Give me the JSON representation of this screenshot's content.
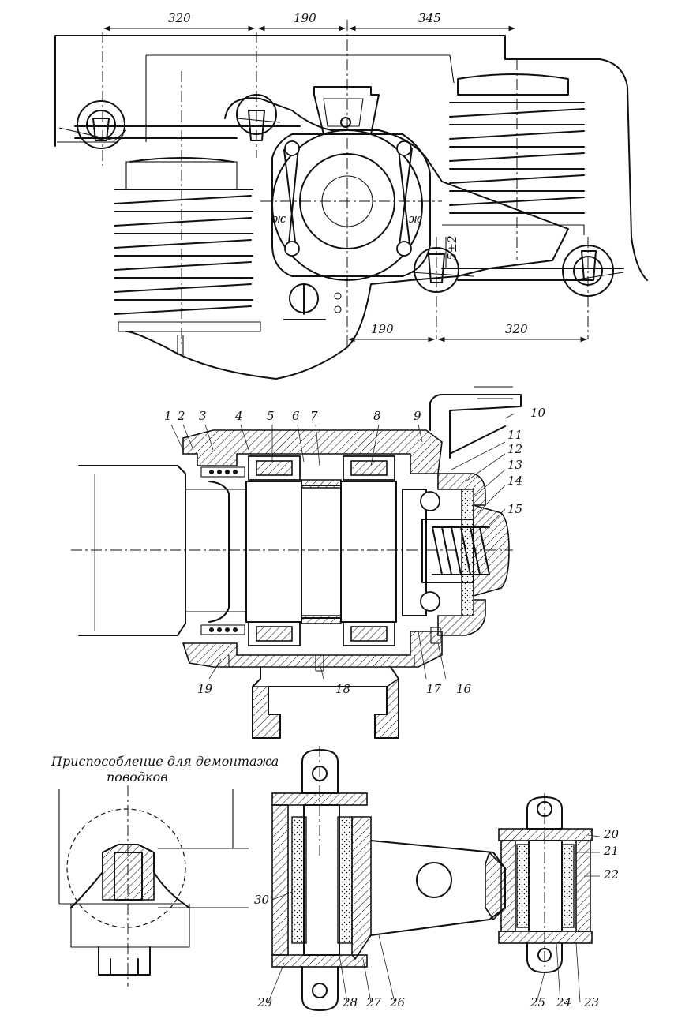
{
  "top_view": {
    "dims_top": [
      "320",
      "190",
      "345"
    ],
    "dims_bottom": [
      "190",
      "320"
    ],
    "clearance": "5±2"
  },
  "section_view": {
    "labels": [
      "1",
      "2",
      "3",
      "4",
      "5",
      "6",
      "7",
      "8",
      "9",
      "10",
      "11",
      "12",
      "13",
      "14",
      "15",
      "16",
      "17",
      "18",
      "19"
    ]
  },
  "fixture": {
    "caption_line1": "Приспособление для демонтажа",
    "caption_line2": "поводков"
  },
  "link_detail": {
    "labels": [
      "20",
      "21",
      "22",
      "23",
      "24",
      "25",
      "26",
      "27",
      "28",
      "29",
      "30"
    ]
  }
}
